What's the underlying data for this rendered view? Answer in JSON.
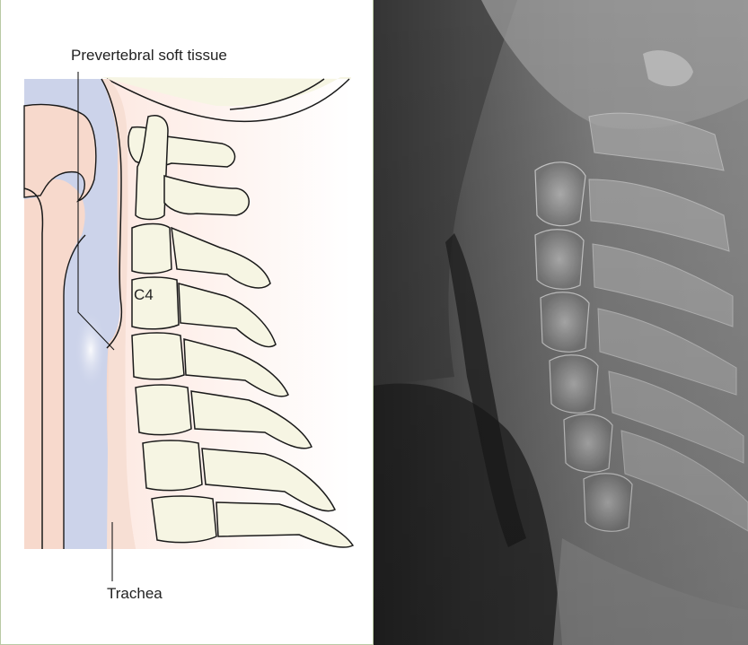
{
  "labels": {
    "prevertebral": "Prevertebral soft tissue",
    "trachea": "Trachea",
    "vertebra": "C4"
  },
  "colors": {
    "airway": "#ccd3ea",
    "soft_tissue": "#f7d9cc",
    "bone": "#f6f5e3",
    "outline": "#1a1a1a",
    "border": "#b9c9a4"
  }
}
